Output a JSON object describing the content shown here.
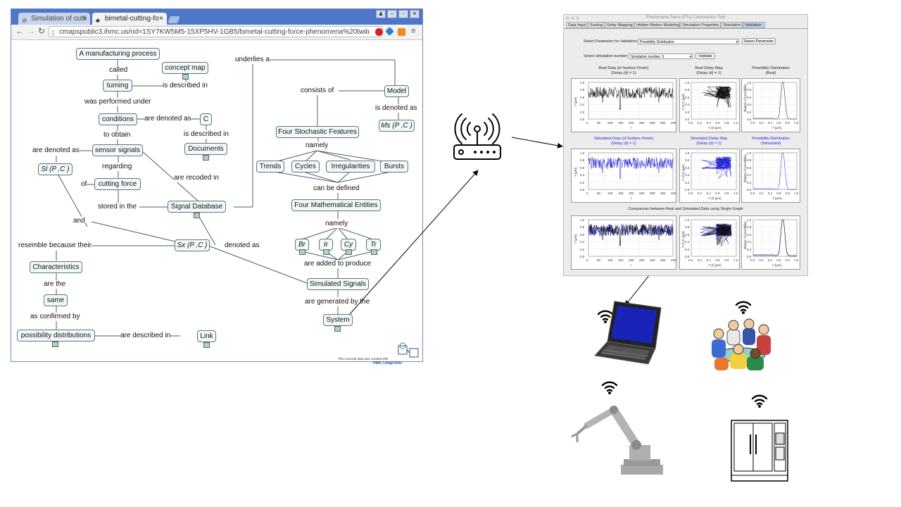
{
  "browser": {
    "tabs": [
      {
        "label": "Simulation of cutti"
      },
      {
        "label": "bimetal-cutting-fo"
      }
    ],
    "url": "cmapspublic3.ihmc.us/rid=1SY7KW5M5-15XP5HV-1GB5/bimetal-cutting-force-phenomena%20twin"
  },
  "concept_map": {
    "nodes": {
      "manufacturing": "A manufacturing process",
      "concept_map": "concept map",
      "turning": "turning",
      "conditions": "conditions",
      "c": "C",
      "documents": "Documents",
      "sensor_signals": "sensor signals",
      "sl": "Sl (P ,C )",
      "cutting_force": "cutting force",
      "signal_database": "Signal Database",
      "sx": "Sx (P ,C )",
      "characteristics": "Characteristics",
      "same": "same",
      "possibility": "possibility distributions",
      "link": "Link",
      "model": "Model",
      "ms": "Ms (P ,C )",
      "four_stochastic": "Four Stochastic Features",
      "trends": "Trends",
      "cycles": "Cycles",
      "irregularities": "Irregularities",
      "bursts": "Bursts",
      "four_math": "Four Mathematical Entities",
      "br": "Br",
      "ir": "Ir",
      "cy": "Cy",
      "tr": "Tr",
      "simulated_signals": "Simulated Signals",
      "system": "System"
    },
    "links": {
      "called": "called",
      "is_described_in_1": "is described in",
      "was_performed_under": "was performed under",
      "are_denoted_as_1": "are denoted as",
      "to_obtain": "to obtain",
      "is_described_in_2": "is described in",
      "are_denoted_as_2": "are denoted as",
      "regarding": "regarding",
      "of": "of",
      "are_recoded_in": "are recoded in",
      "stored_in_the": "stored in the",
      "and": "and",
      "resemble": "resemble because their",
      "denoted_as": "denoted as",
      "are_the": "are the",
      "as_confirmed_by": "as confirmed by",
      "are_described_in": "are described in",
      "underlies_a": "underlies a",
      "consists_of": "consists of",
      "is_denoted_as": "is denoted as",
      "namely_1": "namely",
      "can_be_defined": "can be defined",
      "namely_2": "namely",
      "are_added": "are added to produce",
      "are_generated_by": "are generated by the"
    },
    "footer": [
      "This Concept Map was created with",
      "IHMC CmapTools"
    ]
  },
  "app": {
    "title": "Phenomena Twins (PTs) Construction Tool",
    "tabs": [
      "Data Input",
      "Scaling",
      "Delay Mapping",
      "Hidden Markov Modeling",
      "Simulation Properties",
      "Simulation",
      "Validation"
    ],
    "active_tab": "Validation",
    "param_label": "Select Parameter for Validation:",
    "param_value": "Possibility Distribution",
    "param_button": "Select Parameter",
    "sim_label": "Select simulation number:",
    "sim_value": "Simulation number: 5",
    "validate_button": "Validate",
    "row1": {
      "t1a": "Real Data (of Surface Finish)",
      "t1b": "(Delay (d) = 1)",
      "t2a": "Real Delay Map",
      "t2b": "(Delay (d) = 1)",
      "t3a": "Possibility Distribution",
      "t3b": "(Real)"
    },
    "row2": {
      "t1a": "Simulated Data (of Surface Finish)",
      "t1b": "(Delay (d) = 1)",
      "t2a": "Simulated Delay Map",
      "t2b": "(Delay (d) = 1)",
      "t3a": "Possibility Distribution",
      "t3b": "(Simulated)"
    },
    "row3_title": "Comparison between Real and Simulated Data using Single Graph",
    "axes": {
      "ts_y": "Y [μm]",
      "ts_x": "t",
      "dm_y": "Y (t+1) [μm]",
      "dm_x": "Y (t) [μm]",
      "pd_y": "degree of possibility",
      "pd_x": "Y [μm]",
      "ts_xticks": [
        "0",
        "50",
        "100",
        "150",
        "200",
        "250",
        "300",
        "350",
        "400"
      ],
      "ts_yticks": [
        "1.0",
        "0.8",
        "0.6",
        "0.4",
        "0.2",
        "0.0"
      ],
      "unit_ticks": [
        "0.0",
        "0.2",
        "0.4",
        "0.6",
        "0.8",
        "1.0"
      ]
    }
  },
  "icons": [
    "router-icon",
    "laptop-icon",
    "meeting-people-icon",
    "robot-arm-icon",
    "machine-cabinet-icon",
    "wifi-icon"
  ],
  "colors": {
    "simulated": "#2424d6",
    "real": "#111111",
    "tab_strip": "#4e77c9"
  }
}
